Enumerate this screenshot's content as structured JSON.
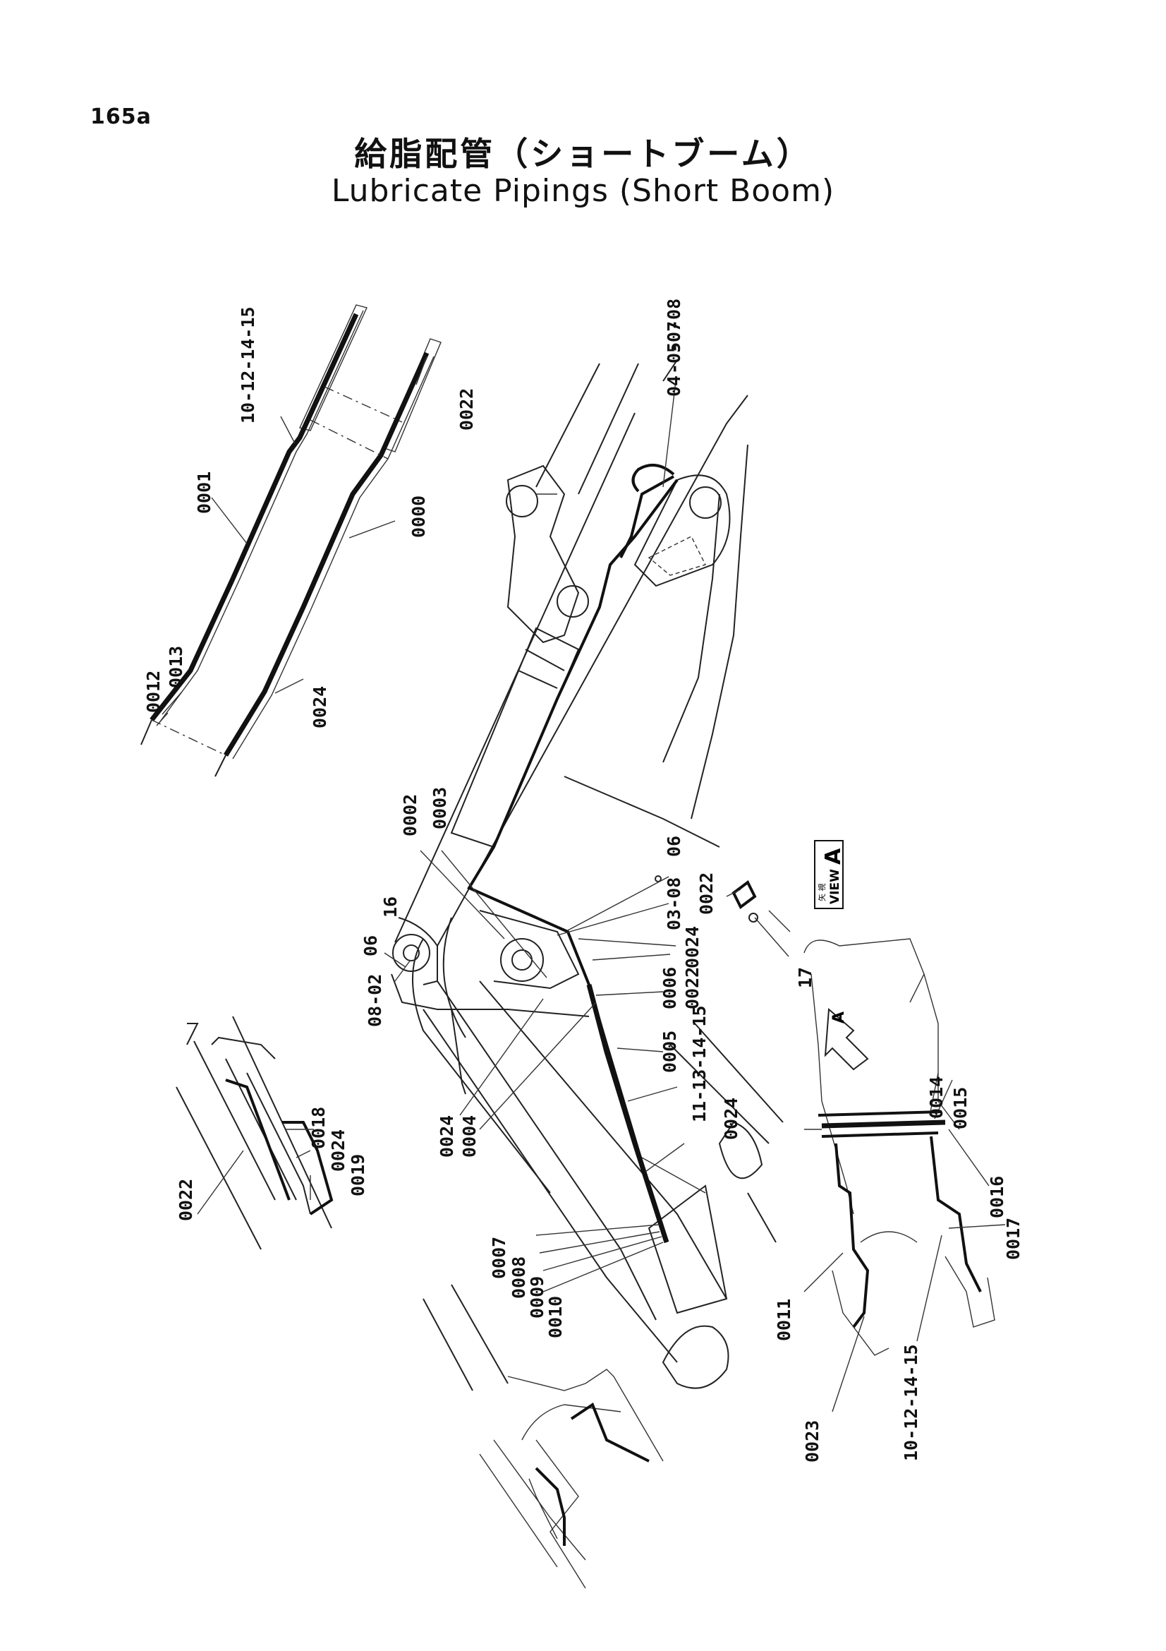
{
  "header": {
    "page_number": "165a",
    "title_jp": "給脂配管（ショートブーム）",
    "title_en": "Lubricate Pipings (Short Boom)"
  },
  "callouts": {
    "c_101214_15_top": "10-12-14-15",
    "c_0022_top": "0022",
    "c_0001": "0001",
    "c_0000": "0000",
    "c_0013": "0013",
    "c_0012": "0012",
    "c_0024_top": "0024",
    "c_04": "04",
    "c_05": "-05",
    "c_07": "-07",
    "c_08": "-08",
    "c_0002": "0002",
    "c_0003": "0003",
    "c_06_mid": "06",
    "c_0308": "03-08",
    "c_0022_view": "0022",
    "c_17": "17",
    "c_16": "16",
    "c_06_left": "06",
    "c_0802": "08-02",
    "c_0024_mid": "0024",
    "c_0022_mid": "0022",
    "c_0006": "0006",
    "c_0005": "0005",
    "c_11131415": "11-13-14-15",
    "c_0024_low": "0024",
    "c_0024_left": "0024",
    "c_0004": "0004",
    "c_0018": "0018",
    "c_0024_inset": "0024",
    "c_0019": "0019",
    "c_0022_inset": "0022",
    "c_0007": "0007",
    "c_0008": "0008",
    "c_0009": "0009",
    "c_0010": "0010",
    "c_0014": "0014",
    "c_0015": "0015",
    "c_0016": "0016",
    "c_0017": "0017",
    "c_0011": "0011",
    "c_0023": "0023",
    "c_101214_15_bot": "10-12-14-15"
  },
  "view_a": {
    "kanji": "矢 視",
    "label": "VIEW",
    "letter": "A",
    "arrow_letter": "A"
  }
}
